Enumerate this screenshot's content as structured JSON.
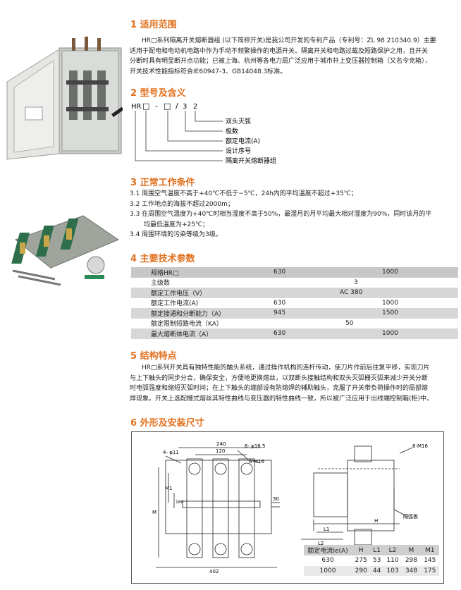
{
  "sec1": {
    "title": "1 适用范围",
    "lines": [
      "HR□系列隔离开关熔断器组 (以下简称开关)是我公司开发的专利产品（专利号：ZL 98 210340.9）主要",
      "适用于配电和电动机电路中作为手动不频繁操作的电源开关、隔离开关和电路过载及短路保护之用，且开关",
      "分断时具有明显断开点功能；已被上海、杭州等各电力局广泛应用于城市杆上变压器控制箱（又名令克箱），",
      "开关技术性能指标符合IE60947-3、GB14048.3标准。"
    ]
  },
  "sec2": {
    "title": "2 型号及含义",
    "code": [
      "HR",
      "□",
      "-",
      "□",
      "/",
      "3",
      "2"
    ],
    "meanings": [
      "双头灭弧",
      "极数",
      "额定电流(A)",
      "设计序号",
      "隔离开关熔断器组"
    ]
  },
  "sec3": {
    "title": "3 正常工作条件",
    "items": [
      "3.1 周围空气温度不高于+40℃不低于−5℃，24h内的平均温度不超过+35℃；",
      "3.2 工作地点的海拔不超过2000m；",
      "3.3 在周围空气温度为+40℃时相当湿度不高于50%，最湿月的月平均最大相对湿度为90%，同时该月的平",
      "均最低温度为+25℃；",
      "3.4 周围环境的污染等级为3级。"
    ]
  },
  "sec4": {
    "title": "4 主要技术参数",
    "rows": [
      [
        "规格HR□",
        "630",
        "1000"
      ],
      [
        "主级数",
        "3",
        ""
      ],
      [
        "额定工作电压（V）",
        "AC 380",
        ""
      ],
      [
        "额定工作电流(A)",
        "630",
        "1000"
      ],
      [
        "额定接通和分断能力（A）",
        "945",
        "1500"
      ],
      [
        "额定限制短路电流（KA）",
        "50",
        ""
      ],
      [
        "最大熔断体电流（A）",
        "630",
        "1000"
      ]
    ]
  },
  "sec5": {
    "title": "5 结构特点",
    "lines": [
      "HR□系列开关具有独特性能的触头系统，通过操作机构的连杆传动，使刀片作前后往复平移，实现刀片",
      "与上下触头的同步分合，确保安全，方便地更换熔丝，以双断头接触结构和双头灭弧栅灭弧来减少开关分断",
      "时电弧强度和缩短灭弧时间；在上下触头的端部设有防熔焊的辅助触头，克服了开关带负荷操作时的局部熔",
      "焊现象。开关上选配栅式熔丝其特性曲线与变压器的特性曲线一致，所以被广泛应用于出线端控制箱(柜)中。"
    ]
  },
  "sec6": {
    "title": "6 外形及安装尺寸",
    "drawing_labels": {
      "d240": "240",
      "d120": "120",
      "hole4": "4- φ11",
      "hole6": "6- φ16.5",
      "m16a": "6-M16",
      "m16b": "6-M16",
      "M1": "M1",
      "M": "M",
      "d160": "160",
      "d30": "30",
      "d402": "402",
      "H": "H",
      "L1": "L1",
      "L2": "L2",
      "barrier": "隔弧板"
    },
    "dim_table": {
      "headers": [
        "额定电流Ie(A)",
        "H",
        "L1",
        "L2",
        "M",
        "M1"
      ],
      "rows": [
        [
          "630",
          "275",
          "53",
          "110",
          "298",
          "145"
        ],
        [
          "1000",
          "290",
          "44",
          "103",
          "348",
          "175"
        ]
      ]
    }
  }
}
